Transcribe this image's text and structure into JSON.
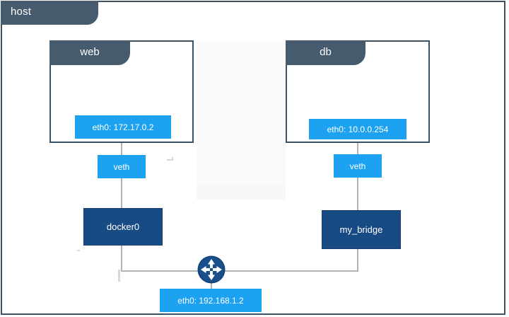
{
  "diagram": {
    "type": "network-topology",
    "host": {
      "label": "host",
      "ip_chip": "eth0: 192.168.1.2",
      "router_icon": "router-icon"
    },
    "containers": [
      {
        "name": "web",
        "interface": "eth0: 172.17.0.2",
        "veth": "veth",
        "bridge": "docker0"
      },
      {
        "name": "db",
        "interface": "eth0: 10.0.0.254",
        "veth": "veth",
        "bridge": "my_bridge"
      }
    ],
    "colors": {
      "host_frame": "#3c5063",
      "tab_fill": "#465b6e",
      "chip_blue": "#1ca2f0",
      "bridge_blue": "#184a84",
      "line_gray": "#b3b3b3"
    }
  }
}
